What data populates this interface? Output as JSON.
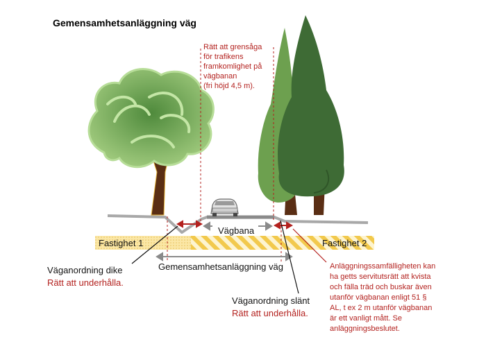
{
  "title": "Gemensamhetsanläggning väg",
  "notes": {
    "clearance": [
      "Rätt att grensåga",
      "för trafikens",
      "framkomlighet på",
      "vägbanan",
      "(fri höjd 4,5 m)."
    ],
    "association": [
      "Anläggningssamfälligheten kan",
      "ha getts servitutsrätt att kvista",
      "och  fälla träd och buskar även",
      "utanför vägbanan enligt 51 §",
      "AL, t ex 2 m utanför vägbanan",
      "är ett vanligt mått. Se",
      "anläggningsbeslutet."
    ]
  },
  "labels": {
    "vagbana": "Vägbana",
    "fastighet1": "Fastighet 1",
    "fastighet2": "Fastighet 2",
    "gemensamhet": "Gemensamhetsanläggning väg",
    "dike_title": "Väganordning dike",
    "dike_right": "Rätt att underhålla.",
    "slant_title": "Väganordning slänt",
    "slant_right": "Rätt att underhålla."
  },
  "colors": {
    "red": "#b3211e",
    "road": "#a8a8a8",
    "hatch": "#f2c94c",
    "tree_light": "#8cb86a",
    "tree_dark": "#3e6b35",
    "trunk": "#5a2e14"
  }
}
